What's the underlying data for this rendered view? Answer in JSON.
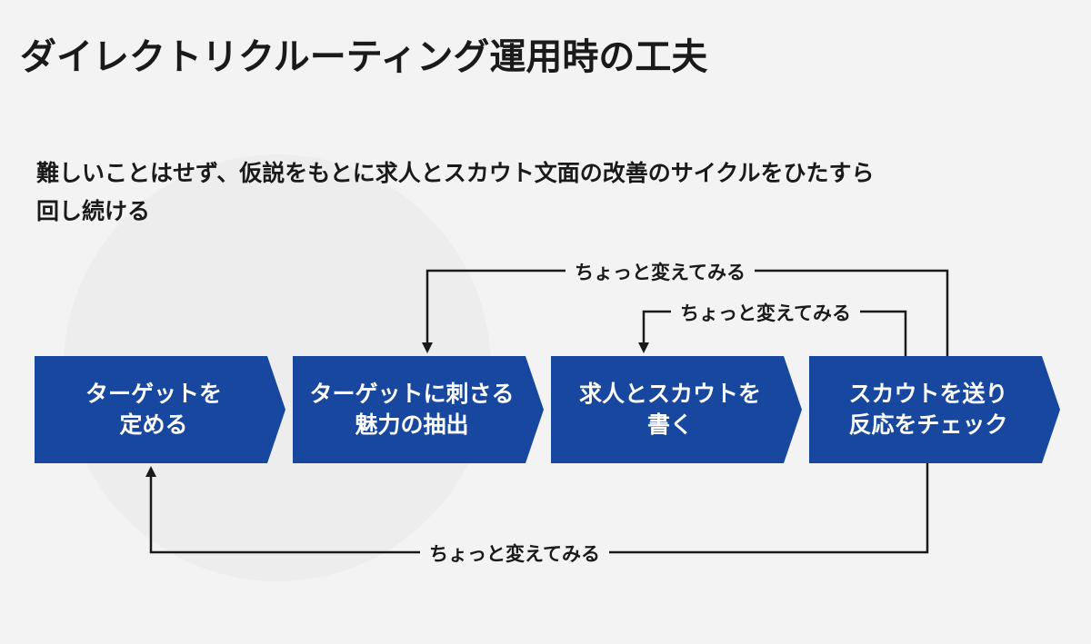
{
  "title": "ダイレクトリクルーティング運用時の工夫",
  "subtitle": "難しいことはせず、仮説をもとに求人とスカウト文面の改善のサイクルをひたすら\n回し続ける",
  "steps": [
    {
      "label": "ターゲットを\n定める"
    },
    {
      "label": "ターゲットに刺さる\n魅力の抽出"
    },
    {
      "label": "求人とスカウトを\n書く"
    },
    {
      "label": "スカウトを送り\n反応をチェック"
    }
  ],
  "loops": {
    "outer_top": "ちょっと変えてみる",
    "inner_top": "ちょっと変えてみる",
    "bottom": "ちょっと変えてみる"
  },
  "colors": {
    "step_fill": "#17479e",
    "line": "#1a1a1a",
    "background": "#f3f3f3"
  }
}
